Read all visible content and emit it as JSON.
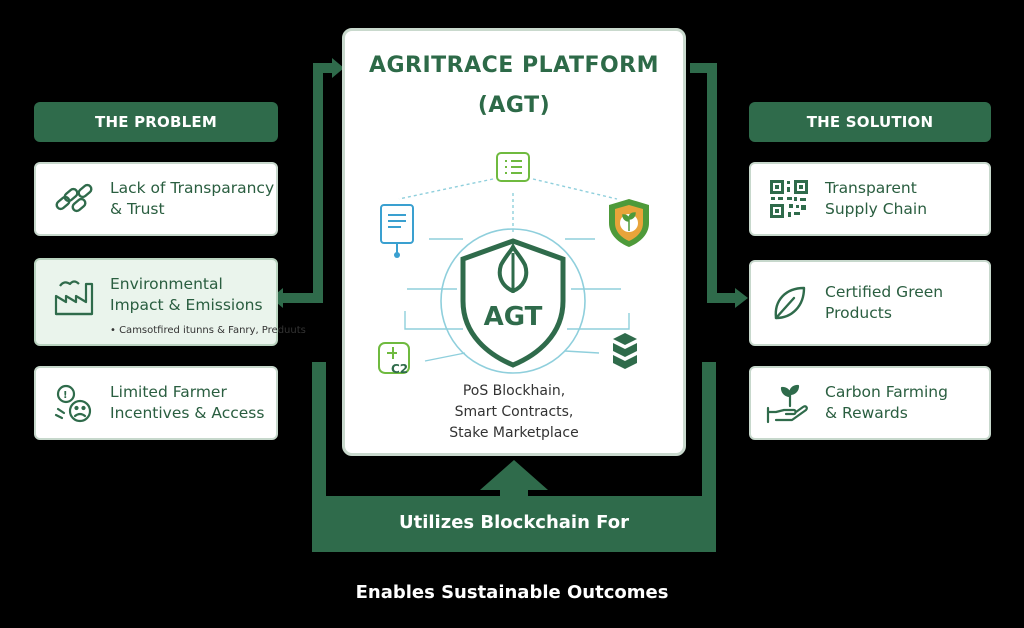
{
  "problem": {
    "header": "THE PROBLEM",
    "items": [
      {
        "line1": "Lack of Transparancy",
        "line2": "& Trust",
        "icon": "broken-chain-icon"
      },
      {
        "line1": "Environmental",
        "line2": "Impact & Emissions",
        "note": "•  Camsotfired itunns & Fanry, Preduuts",
        "icon": "factory-icon"
      },
      {
        "line1": "Limited Farmer",
        "line2": "Incentives & Access",
        "icon": "farmer-coin-icon"
      }
    ]
  },
  "solution": {
    "header": "THE SOLUTION",
    "items": [
      {
        "line1": "Transparent",
        "line2": "Supply Chain",
        "icon": "qr-code-icon"
      },
      {
        "line1": "Certified Green",
        "line2": "Products",
        "icon": "leaf-icon"
      },
      {
        "line1": "Carbon Farming",
        "line2": "& Rewards",
        "icon": "hand-sprout-icon"
      }
    ]
  },
  "platform": {
    "title_line1": "AGRITRACE PLATFORM",
    "title_line2": "(AGT)",
    "shield_label": "AGT",
    "co2_label": "C2",
    "desc_line1": "PoS Blockhain,",
    "desc_line2": "Smart Contracts,",
    "desc_line3": "Stake Marketplace"
  },
  "band_label": "Utilizes Blockchain For",
  "footer": "Enables Sustainable Outcomes",
  "colors": {
    "background": "#000000",
    "brand_green": "#2f6b4b",
    "text_green": "#2a5e40",
    "connector_light": "#9fd3e0"
  }
}
